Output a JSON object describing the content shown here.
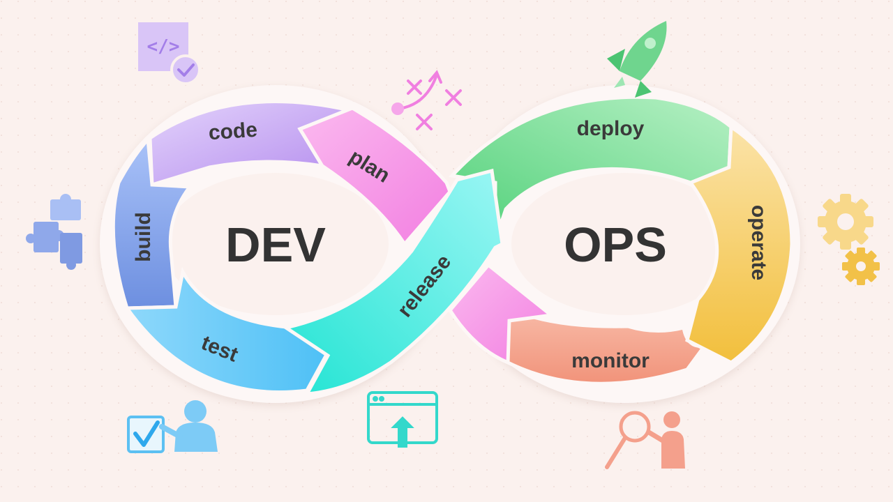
{
  "diagram": {
    "left_loop_label": "DEV",
    "right_loop_label": "OPS",
    "stages": {
      "plan": "plan",
      "code": "code",
      "build": "build",
      "test": "test",
      "release": "release",
      "deploy": "deploy",
      "operate": "operate",
      "monitor": "monitor"
    },
    "icons": {
      "code": "code-check-icon",
      "plan": "strategy-icon",
      "build": "puzzle-icon",
      "test": "checklist-person-icon",
      "release": "upload-window-icon",
      "deploy": "rocket-icon",
      "operate": "gears-icon",
      "monitor": "magnifier-person-icon"
    }
  },
  "colors": {
    "background": "#fbf1ee",
    "code": "#c7a6f2",
    "plan": "#f59ae6",
    "build": "#7f9fe6",
    "test": "#6cc7f7",
    "release": "#3fe8d8",
    "deploy": "#7fdc98",
    "operate": "#f7cd5e",
    "monitor": "#f4a08c"
  }
}
